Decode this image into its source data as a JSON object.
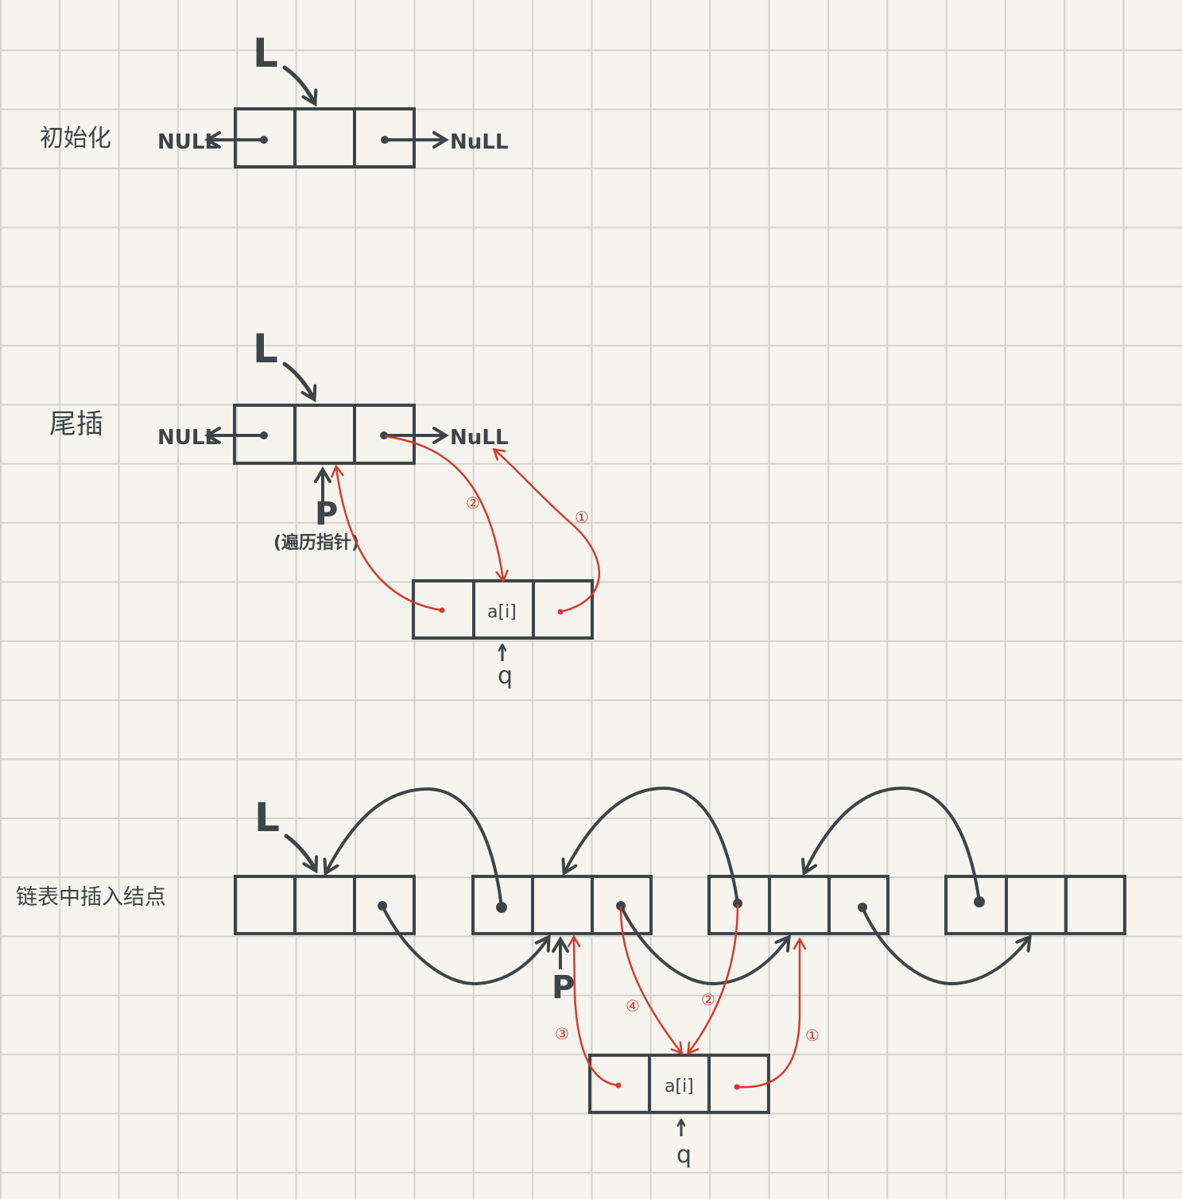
{
  "colors": {
    "ink": "#3e4447",
    "red": "#d63a2a",
    "paper": "#f6f4ef",
    "grid": "#d3d2ce"
  },
  "sections": {
    "init": {
      "label": "初始化",
      "head_pointer": "L",
      "left_null": "NULL",
      "right_null": "NuLL"
    },
    "tail": {
      "label": "尾插",
      "head_pointer": "L",
      "left_null": "NULL",
      "right_null": "NuLL",
      "p_label": "P",
      "p_note": "(遍历指针)",
      "new_node_value": "a[i]",
      "q_label": "q",
      "steps": [
        "②",
        "①"
      ]
    },
    "middle": {
      "label": "链表中插入结点",
      "head_pointer": "L",
      "p_label": "P",
      "new_node_value": "a[i]",
      "q_label": "q",
      "steps": [
        "①",
        "②",
        "③",
        "④"
      ]
    }
  }
}
